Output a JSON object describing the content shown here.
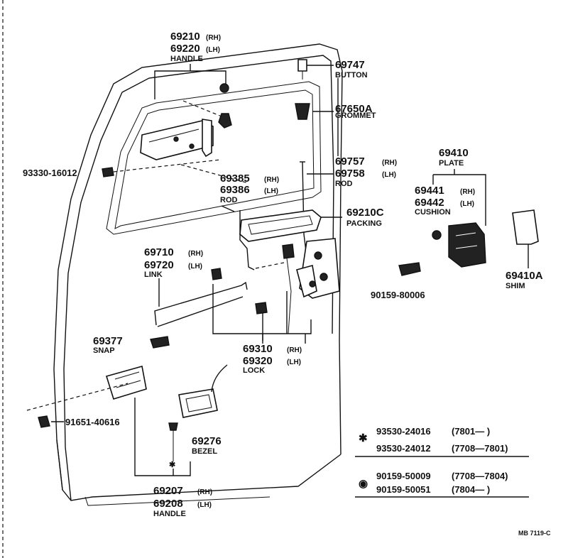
{
  "callouts": {
    "handle_upper": {
      "pn_rh": "69210",
      "pn_lh": "69220",
      "rh": "(RH)",
      "lh": "(LH)",
      "name": "HANDLE"
    },
    "button": {
      "pn": "69747",
      "name": "BUTTON"
    },
    "grommet": {
      "pn": "67650A",
      "name": "GROMMET"
    },
    "rod_upper": {
      "pn_rh": "69757",
      "pn_lh": "69758",
      "rh": "(RH)",
      "lh": "(LH)",
      "name": "ROD"
    },
    "bolt_left": {
      "pn": "93330-16012"
    },
    "rod_lower": {
      "pn_rh": "69385",
      "pn_lh": "69386",
      "rh": "(RH)",
      "lh": "(LH)",
      "name": "ROD"
    },
    "plate": {
      "pn": "69410",
      "name": "PLATE"
    },
    "cushion": {
      "pn_rh": "69441",
      "pn_lh": "69442",
      "rh": "(RH)",
      "lh": "(LH)",
      "name": "CUSHION"
    },
    "packing": {
      "pn": "69210C",
      "name": "PACKING"
    },
    "shim": {
      "pn": "69410A",
      "name": "SHIM"
    },
    "link": {
      "pn_rh": "69710",
      "pn_lh": "69720",
      "rh": "(RH)",
      "lh": "(LH)",
      "name": "LINK"
    },
    "bolt_right": {
      "pn": "90159-80006"
    },
    "snap": {
      "pn": "69377",
      "name": "SNAP"
    },
    "lock": {
      "pn_rh": "69310",
      "pn_lh": "69320",
      "rh": "(RH)",
      "lh": "(LH)",
      "name": "LOCK"
    },
    "screw_left": {
      "pn": "91651-40616"
    },
    "bezel": {
      "pn": "69276",
      "name": "BEZEL"
    },
    "handle_lower": {
      "pn_rh": "69207",
      "pn_lh": "69208",
      "rh": "(RH)",
      "lh": "(LH)",
      "name": "HANDLE"
    }
  },
  "legend": {
    "asterisk_symbol": "✱",
    "circle_symbol": "◉",
    "rows": [
      {
        "pn": "93530-24016",
        "range": "(7801—       )"
      },
      {
        "pn": "93530-24012",
        "range": "(7708—7801)"
      },
      {
        "pn": "90159-50009",
        "range": "(7708—7804)"
      },
      {
        "pn": "90159-50051",
        "range": "(7804—       )"
      }
    ]
  },
  "ref_code": "MB 7119-C"
}
